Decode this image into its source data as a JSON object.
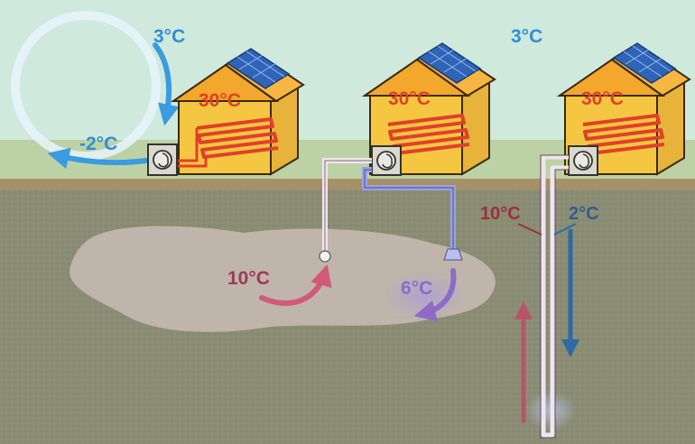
{
  "labels": {
    "air_temp_left": "3°C",
    "air_exhaust_temp": "-2°C",
    "air_temp_right": "3°C",
    "floor_temp_house1": "30°C",
    "floor_temp_house2": "30°C",
    "floor_temp_house3": "30°C",
    "groundwater_supply_temp": "10°C",
    "groundwater_return_temp": "6°C",
    "borehole_up_temp": "10°C",
    "borehole_down_temp": "2°C"
  },
  "colors": {
    "sky": "#cfe9dc",
    "grass": "#bcd2a4",
    "soil": "#8a8d73",
    "aquifer": "#c9bcb4",
    "house_wall": "#f5c641",
    "roof": "#f3a72c",
    "solar_panel": "#2f64b8",
    "heating_coil": "#e0402a",
    "cold_blue": "#3a9be0",
    "ground_red": "#c4506a",
    "ground_purple": "#8d6cc8",
    "borehole_blue": "#2d6aa6",
    "borehole_red": "#9b3040"
  }
}
